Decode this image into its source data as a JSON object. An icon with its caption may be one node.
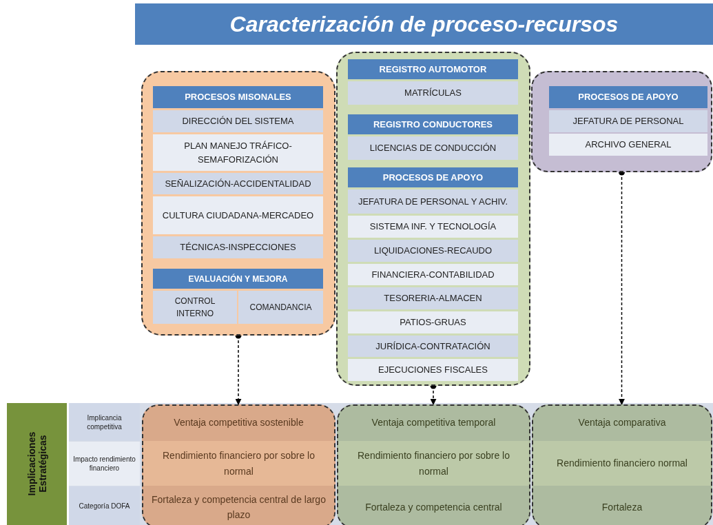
{
  "diagram": {
    "title": "Caracterización de proceso-recursos",
    "nodes": [
      {
        "text": [],
        "shape": "box"
      },
      {
        "text": [
          "PROCESOS MISONALES"
        ],
        "in": 0
      },
      {
        "text": [
          "DIRECCIÓN DEL SISTEMA"
        ],
        "in": 0
      },
      {
        "text": [
          "PLAN MANEJO TRÁFICO-SEMAFORIZACIÓN"
        ],
        "in": 0
      },
      {
        "text": [
          "SEÑALIZACIÓN-ACCIDENTALIDAD"
        ],
        "in": 0
      },
      {
        "text": [
          "CULTURA CIUDADANA-MERCADEO"
        ],
        "in": 0
      },
      {
        "text": [
          "TÉCNICAS-INSPECCIONES"
        ],
        "in": 0
      },
      {
        "text": [
          "EVALUACIÓN Y MEJORA"
        ],
        "in": 0
      },
      {
        "text": [
          "CONTROL INTERNO"
        ],
        "in": 0
      },
      {
        "text": [
          "COMANDANCIA"
        ],
        "in": 0
      },
      {
        "text": [],
        "shape": "box"
      },
      {
        "text": [
          "REGISTRO AUTOMOTOR"
        ],
        "in": 10
      },
      {
        "text": [
          "MATRÍCULAS"
        ],
        "in": 10
      },
      {
        "text": [
          "REGISTRO CONDUCTORES"
        ],
        "in": 10
      },
      {
        "text": [
          "LICENCIAS DE CONDUCCIÓN"
        ],
        "in": 10
      },
      {
        "text": [
          "PROCESOS DE APOYO"
        ],
        "in": 10
      },
      {
        "text": [
          "JEFATURA DE PERSONAL Y ACHIV."
        ],
        "in": 10
      },
      {
        "text": [
          "SISTEMA INF. Y TECNOLOGÍA"
        ],
        "in": 10
      },
      {
        "text": [
          "LIQUIDACIONES-RECAUDO"
        ],
        "in": 10
      },
      {
        "text": [
          "FINANCIERA-CONTABILIDAD"
        ],
        "in": 10
      },
      {
        "text": [
          "TESORERIA-ALMACEN"
        ],
        "in": 10
      },
      {
        "text": [
          "PATIOS-GRUAS"
        ],
        "in": 10
      },
      {
        "text": [
          "JURÍDICA-CONTRATACIÓN"
        ],
        "in": 10
      },
      {
        "text": [
          "EJECUCIONES FISCALES"
        ],
        "in": 10
      },
      {
        "text": [],
        "shape": "box"
      },
      {
        "text": [
          "PROCESOS DE APOYO"
        ],
        "in": 24
      },
      {
        "text": [
          "JEFATURA DE PERSONAL"
        ],
        "in": 24
      },
      {
        "text": [
          "ARCHIVO GENERAL"
        ],
        "in": 24
      },
      {
        "text": [
          "Implicaciones Estratégicas"
        ]
      },
      {
        "text": [
          "Implicancia competitiva"
        ]
      },
      {
        "text": [
          "Impacto rendimiento financiero"
        ]
      },
      {
        "text": [
          "Categoría DOFA"
        ]
      },
      {
        "text": [],
        "shape": "box"
      },
      {
        "text": [
          "Ventaja competitiva sostenible"
        ],
        "in": 32
      },
      {
        "text": [
          "Rendimiento financiero por sobre lo normal"
        ],
        "in": 32
      },
      {
        "text": [
          "Fortaleza y competencia central de largo plazo"
        ],
        "in": 32
      },
      {
        "text": [],
        "shape": "box"
      },
      {
        "text": [
          "Ventaja competitiva temporal"
        ],
        "in": 36
      },
      {
        "text": [
          "Rendimiento financiero por sobre lo normal"
        ],
        "in": 36
      },
      {
        "text": [
          "Fortaleza y competencia central"
        ],
        "in": 36
      },
      {
        "text": [],
        "shape": "box"
      },
      {
        "text": [
          "Ventaja comparativa"
        ],
        "in": 40
      },
      {
        "text": [
          "Rendimiento financiero normal"
        ],
        "in": 40
      },
      {
        "text": [
          "Fortaleza"
        ],
        "in": 40
      }
    ],
    "edges": [
      {
        "from": 0,
        "to": 32,
        "arrow": "to",
        "style": "dashed"
      },
      {
        "from": 10,
        "to": 36,
        "arrow": "to",
        "style": "dashed"
      },
      {
        "from": 24,
        "to": 40,
        "arrow": "to",
        "style": "dashed"
      }
    ]
  }
}
